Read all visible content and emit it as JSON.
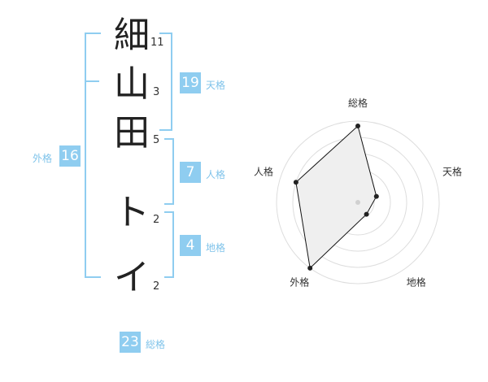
{
  "name": {
    "chars": [
      {
        "char": "細",
        "strokes": "11"
      },
      {
        "char": "山",
        "strokes": "3"
      },
      {
        "char": "田",
        "strokes": "5"
      },
      {
        "char": "ト",
        "strokes": "2"
      },
      {
        "char": "イ",
        "strokes": "2"
      }
    ]
  },
  "fortunes": {
    "tenkaku": {
      "value": "19",
      "label": "天格"
    },
    "jinkaku": {
      "value": "7",
      "label": "人格"
    },
    "chikaku": {
      "value": "4",
      "label": "地格"
    },
    "gaikaku": {
      "value": "16",
      "label": "外格"
    },
    "soukaku": {
      "value": "23",
      "label": "総格"
    }
  },
  "colors": {
    "accent": "#8fcdf0",
    "label": "#7fc3ea",
    "text": "#222222"
  },
  "chart_data": {
    "type": "radar",
    "axes": [
      "総格",
      "天格",
      "地格",
      "外格",
      "人格"
    ],
    "values": [
      4.7,
      1.2,
      0.9,
      5.0,
      4.0
    ],
    "rmax": 5,
    "rings": 5
  }
}
